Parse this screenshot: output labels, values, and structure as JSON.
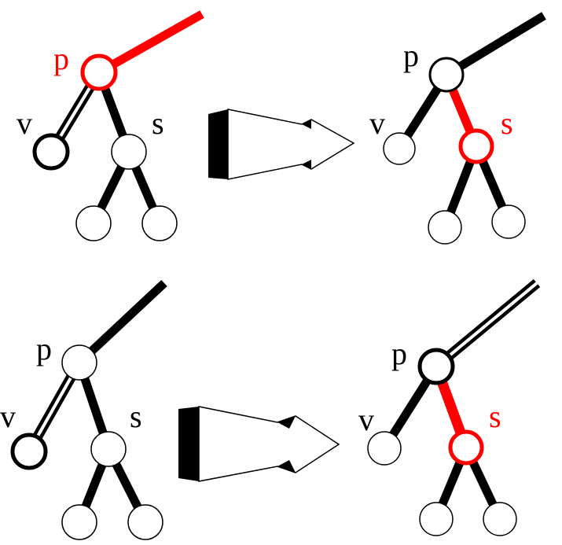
{
  "colors": {
    "black": "#000000",
    "red": "#ff0000",
    "white": "#ffffff"
  },
  "panels": [
    {
      "id": "top-before",
      "labels": {
        "p": "p",
        "v": "v",
        "s": "s"
      },
      "highlight": [
        "p",
        "parent-edge"
      ]
    },
    {
      "id": "top-after",
      "labels": {
        "p": "p",
        "v": "v",
        "s": "s"
      },
      "highlight": [
        "s",
        "p-s-edge"
      ]
    },
    {
      "id": "bottom-before",
      "labels": {
        "p": "p",
        "v": "v",
        "s": "s"
      },
      "highlight": []
    },
    {
      "id": "bottom-after",
      "labels": {
        "p": "p",
        "v": "v",
        "s": "s"
      },
      "highlight": [
        "s",
        "p-s-edge"
      ]
    }
  ]
}
